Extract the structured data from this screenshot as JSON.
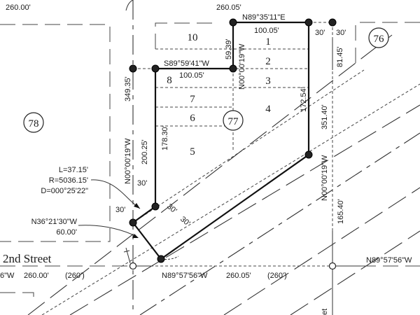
{
  "drawing": {
    "type": "survey-plat",
    "street_name": "2nd Street",
    "parcels": [
      {
        "id": "78",
        "label": "78"
      },
      {
        "id": "77",
        "label": "77"
      },
      {
        "id": "76",
        "label": "76"
      }
    ],
    "lots": [
      "10",
      "1",
      "2",
      "8",
      "3",
      "7",
      "4",
      "6",
      "5"
    ],
    "dimensions": {
      "top_left_260": "260.00'",
      "top_mid_260": "260.05'",
      "north_bearing": "N89°35'11\"E",
      "north_dist": "100.05'",
      "inner_bearing": "S89°59'41\"W",
      "inner_dist": "100.05'",
      "lot10_height": "59.39'",
      "inner_vertical_bearing": "N00°00'19\"W",
      "west_bearing": "N00°00'19\"W",
      "west_total": "349.35'",
      "west_segment": "200.25'",
      "lot_west_height": "178.30'",
      "east_height": "172.54'",
      "row_30_a": "30'",
      "row_30_b": "30'",
      "east_row_height": "81.45'",
      "east_bearing": "N00°00'19\"W",
      "east_total": "351.40'",
      "east_lower": "165.40'",
      "sw_30_a": "30'",
      "sw_30_b": "30'",
      "diag_30_a": "30'",
      "diag_30_b": "30'",
      "south_bearing_left": "6\"W",
      "south_dist_left": "260.00'",
      "south_record_left": "(260')",
      "south_bearing_mid": "N89°57'56\"W",
      "south_dist_mid": "260.05'",
      "south_record_mid": "(260')",
      "south_bearing_right": "N89°57'56\"W",
      "street_label_bottom": "et"
    },
    "curve": {
      "length": "L=37.15'",
      "radius": "R=5036.15'",
      "delta": "D=000°25'22\""
    },
    "callout": {
      "bearing": "N36°21'30\"W",
      "distance": "60.00'"
    },
    "colors": {
      "line": "#111111",
      "background": "#ffffff"
    }
  }
}
